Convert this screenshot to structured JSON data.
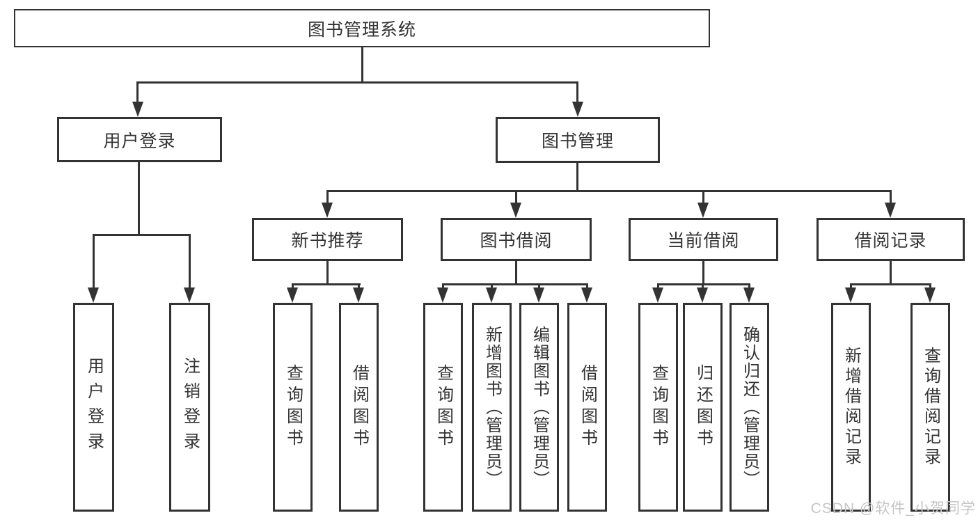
{
  "diagram": {
    "root": {
      "label": "图书管理系统"
    },
    "branches": [
      {
        "label": "用户登录",
        "leaves": [
          "用户登录",
          "注销登录"
        ]
      },
      {
        "label": "图书管理",
        "groups": [
          {
            "label": "新书推荐",
            "leaves": [
              "查询图书",
              "借阅图书"
            ]
          },
          {
            "label": "图书借阅",
            "leaves": [
              "查询图书",
              "新增图书（管理员）",
              "编辑图书（管理员）",
              "借阅图书"
            ]
          },
          {
            "label": "当前借阅",
            "leaves": [
              "查询图书",
              "归还图书",
              "确认归还（管理员）"
            ]
          },
          {
            "label": "借阅记录",
            "leaves": [
              "新增借阅记录",
              "查询借阅记录"
            ]
          }
        ]
      }
    ]
  },
  "watermark": "CSDN @软件_小贺同学",
  "colors": {
    "line": "#333333",
    "text": "#333333",
    "watermark": "#c6c6c6",
    "background": "#ffffff"
  }
}
